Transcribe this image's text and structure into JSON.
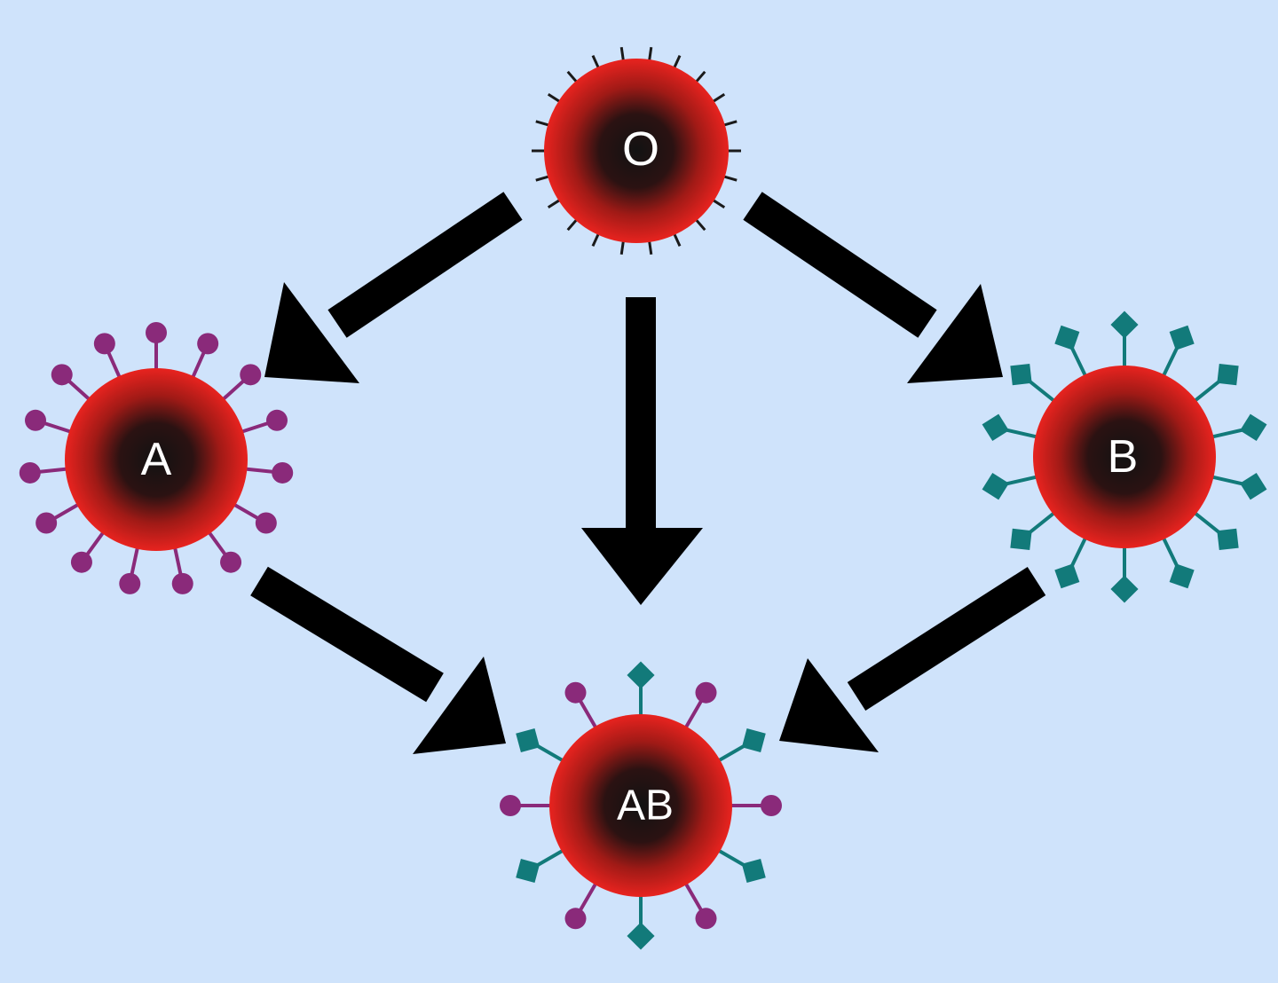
{
  "colors": {
    "background": "#cfe3fb",
    "cell_rim": "#e8231f",
    "cell_core": "#1a1a1a",
    "antigen_a": "#8a2a7a",
    "antigen_b": "#127a7a",
    "antigen_none": "#1a1a1a",
    "arrow": "#000000",
    "label": "#ffffff"
  },
  "cells": {
    "o": {
      "label": "O",
      "antigen": "none"
    },
    "a": {
      "label": "A",
      "antigen": "circle"
    },
    "b": {
      "label": "B",
      "antigen": "diamond"
    },
    "ab": {
      "label": "AB",
      "antigen": "mixed"
    }
  },
  "arrows": [
    {
      "from": "O",
      "to": "A"
    },
    {
      "from": "O",
      "to": "B"
    },
    {
      "from": "O",
      "to": "AB"
    },
    {
      "from": "A",
      "to": "AB"
    },
    {
      "from": "B",
      "to": "AB"
    }
  ]
}
